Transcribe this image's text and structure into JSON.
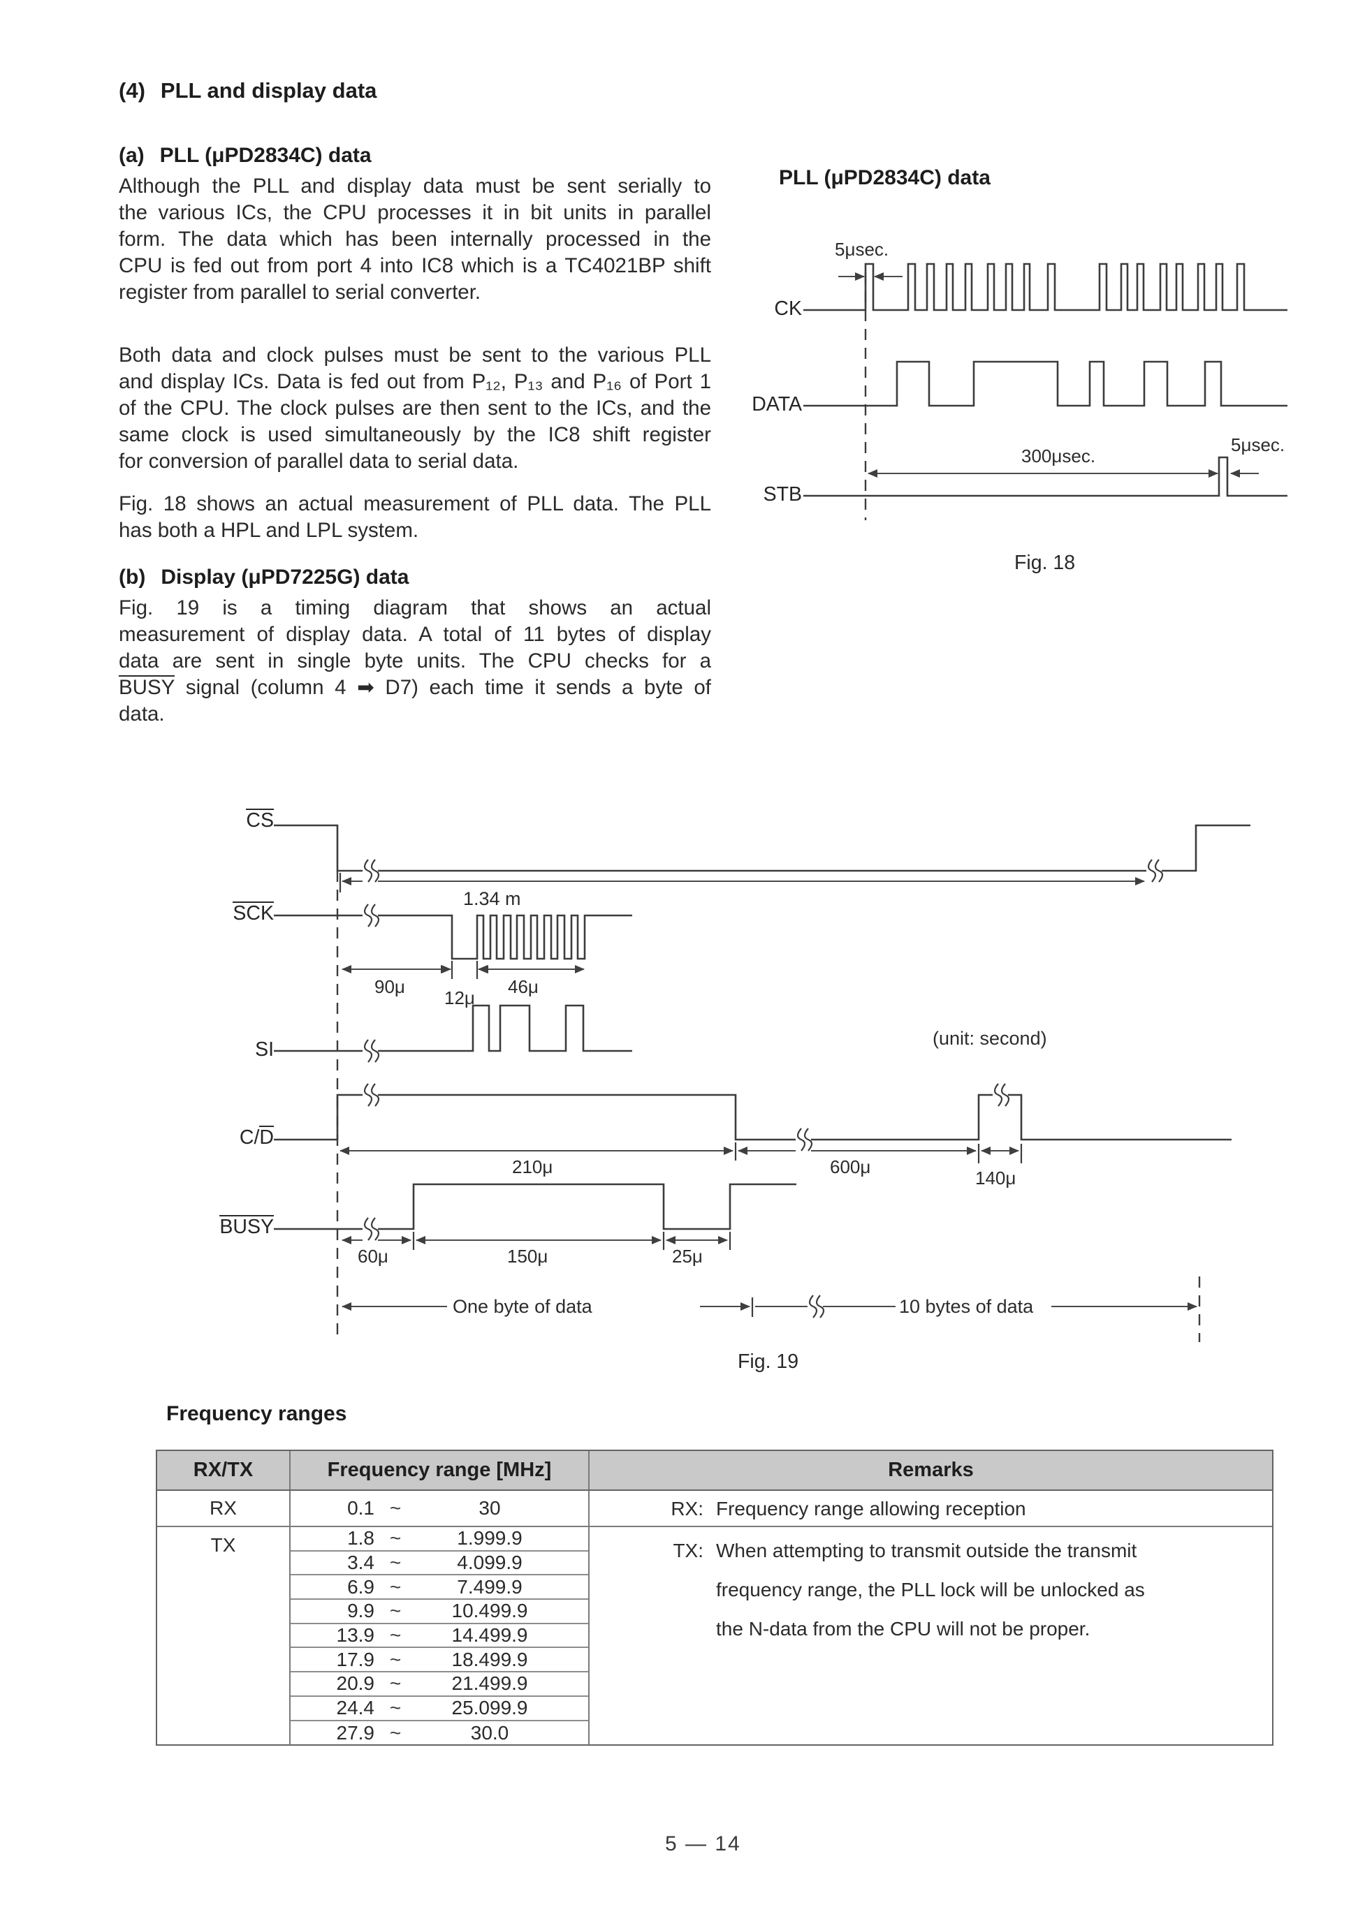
{
  "page": {
    "heading_no": "(4)",
    "heading_title": "PLL and display data",
    "page_number": "5 — 14"
  },
  "left": {
    "a_no": "(a)",
    "a_title": "PLL (μPD2834C) data",
    "para1": [
      "Although the PLL and display data must be sent serially to",
      "the various ICs, the CPU processes it in bit units in parallel",
      "form. The data which has been internally processed in the",
      "CPU is fed out from port 4 into IC8 which is a TC4021BP shift",
      "register from parallel to serial converter."
    ],
    "para2": [
      "Both data and clock pulses must be sent to the various PLL",
      "and display ICs. Data is fed out from P₁₂, P₁₃ and P₁₆ of Port 1",
      "of the CPU. The clock pulses are then sent to the ICs, and the",
      "same clock is used simultaneously by the IC8 shift register",
      "for conversion of parallel data to serial data."
    ],
    "para3": [
      "Fig. 18 shows an actual measurement of PLL data. The PLL",
      "has both a HPL and LPL system."
    ],
    "b_no": "(b)",
    "b_title": "Display (μPD7225G) data",
    "para4": [
      "Fig. 19 is a timing diagram that shows an actual",
      "measurement of display data. A total of 11 bytes of display",
      "data are sent in single byte units. The CPU checks for a"
    ],
    "para4_busy": "BUSY",
    "para4_l4rest": " signal (column 4 ➡ D7) each time it sends a byte of",
    "para4_l5": "data."
  },
  "fig18": {
    "title": "PLL (μPD2834C) data",
    "caption": "Fig. 18",
    "label_ck": "CK",
    "label_data": "DATA",
    "label_stb": "STB",
    "ann_ck_pulse": "5μsec.",
    "ann_stb_span": "300μsec.",
    "ann_stb_pulse": "5μsec."
  },
  "fig19": {
    "caption": "Fig. 19",
    "unit_note": "(unit: second)",
    "label_cs": "CS",
    "label_sck": "SCK",
    "label_si": "SI",
    "label_cd_pre": "C/",
    "label_cd_d": "D",
    "label_busy": "BUSY",
    "ann_cs_low": "1.34 m",
    "ann_90": "90μ",
    "ann_12": "12μ",
    "ann_46": "46μ",
    "ann_210": "210μ",
    "ann_600": "600μ",
    "ann_140": "140μ",
    "ann_60": "60μ",
    "ann_150": "150μ",
    "ann_25": "25μ",
    "ann_one_byte": "One byte of data",
    "ann_ten_bytes": "10 bytes of data"
  },
  "table": {
    "title": "Frequency ranges",
    "headers": [
      "RX/TX",
      "Frequency range [MHz]",
      "Remarks"
    ],
    "rx": {
      "mode": "RX",
      "lo": "0.1",
      "tilde": "~",
      "hi": "30",
      "remark_label": "RX:",
      "remark": "Frequency range allowing reception"
    },
    "tx": {
      "mode": "TX",
      "remark_label": "TX:",
      "remark_lines": [
        "When attempting to transmit outside the transmit",
        "frequency range, the PLL lock will be unlocked as",
        "the N-data from the CPU will not be proper."
      ],
      "ranges": [
        {
          "lo": "1.8",
          "tilde": "~",
          "hi": "1.999.9"
        },
        {
          "lo": "3.4",
          "tilde": "~",
          "hi": "4.099.9"
        },
        {
          "lo": "6.9",
          "tilde": "~",
          "hi": "7.499.9"
        },
        {
          "lo": "9.9",
          "tilde": "~",
          "hi": "10.499.9"
        },
        {
          "lo": "13.9",
          "tilde": "~",
          "hi": "14.499.9"
        },
        {
          "lo": "17.9",
          "tilde": "~",
          "hi": "18.499.9"
        },
        {
          "lo": "20.9",
          "tilde": "~",
          "hi": "21.499.9"
        },
        {
          "lo": "24.4",
          "tilde": "~",
          "hi": "25.099.9"
        },
        {
          "lo": "27.9",
          "tilde": "~",
          "hi": "30.0"
        }
      ]
    }
  }
}
